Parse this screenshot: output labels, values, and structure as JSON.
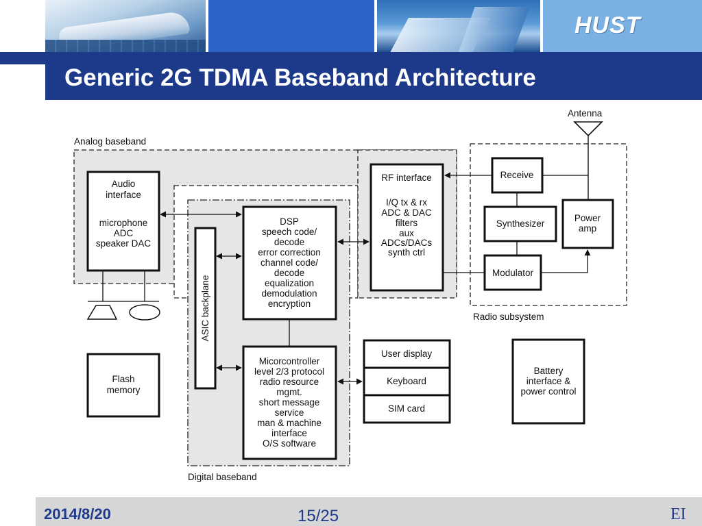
{
  "header": {
    "brand": "HUST",
    "title": "Generic 2G TDMA Baseband Architecture"
  },
  "diagram": {
    "regions": {
      "analog": "Analog baseband",
      "digital": "Digital baseband",
      "radio": "Radio subsystem"
    },
    "antenna": "Antenna",
    "audio": [
      "Audio",
      "interface",
      "",
      "microphone",
      "ADC",
      "speaker DAC"
    ],
    "dsp": [
      "DSP",
      "speech code/",
      "decode",
      "error correction",
      "channel code/",
      "decode",
      "equalization",
      "demodulation",
      "encryption"
    ],
    "rf": [
      "RF interface",
      "",
      "I/Q tx & rx",
      "ADC & DAC",
      "filters",
      "aux",
      "ADCs/DACs",
      "synth ctrl"
    ],
    "receive": "Receive",
    "synthesizer": "Synthesizer",
    "modulator": "Modulator",
    "power_amp": [
      "Power",
      "amp"
    ],
    "asic": "ASIC backplane",
    "micro": [
      "Micorcontroller",
      "level 2/3 protocol",
      "radio resource",
      "mgmt.",
      "short message",
      "service",
      "man & machine",
      "interface",
      "O/S software"
    ],
    "flash": [
      "Flash",
      "memory"
    ],
    "user_display": "User display",
    "keyboard": "Keyboard",
    "sim": "SIM card",
    "battery": [
      "Battery",
      "interface &",
      "power control"
    ]
  },
  "footer": {
    "date": "2014/8/20",
    "page": "15/25",
    "org": "EI"
  }
}
